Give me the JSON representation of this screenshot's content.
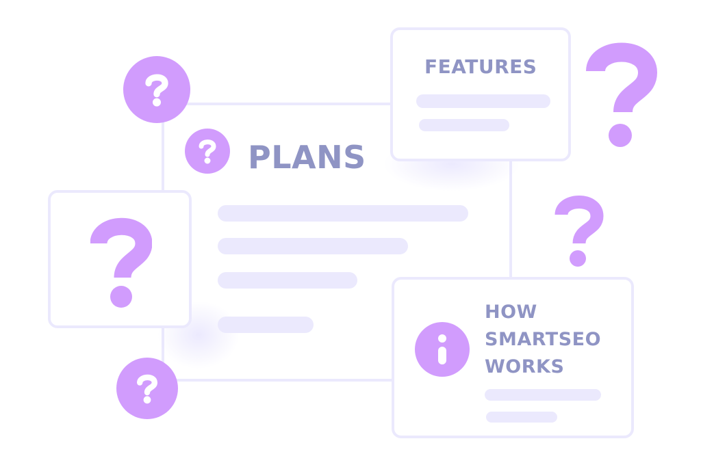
{
  "colors": {
    "accent": "#d19cfd",
    "title_text": "#8f94c4",
    "outline": "#ebe9fd",
    "placeholder_bar": "#ebe9fd",
    "background": "#ffffff"
  },
  "main_card": {
    "title": "PLANS",
    "icon": "question-circle-icon",
    "placeholder_lines": 4
  },
  "features_card": {
    "title": "FEATURES",
    "placeholder_lines": 2
  },
  "how_card": {
    "title_lines": [
      "HOW",
      "SMARTSEO",
      "WORKS"
    ],
    "icon": "info-circle-icon",
    "placeholder_lines": 2
  },
  "question_card": {
    "icon": "question-mark-icon"
  },
  "floating_icons": [
    "question-circle-icon",
    "question-circle-icon",
    "question-mark-icon",
    "question-mark-icon"
  ]
}
